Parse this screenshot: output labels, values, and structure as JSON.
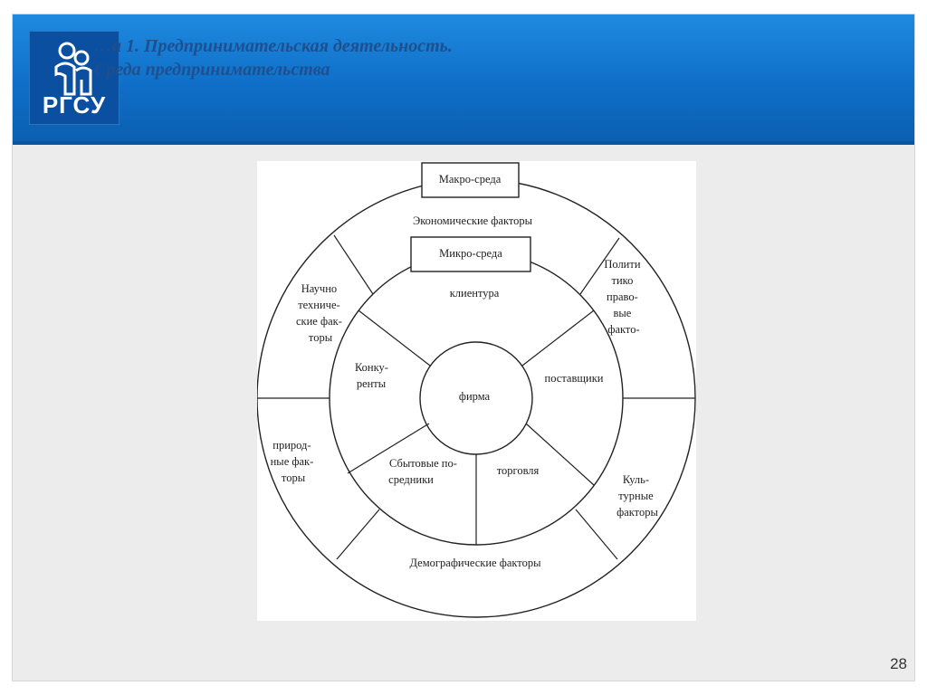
{
  "header": {
    "title_line1": "…а 1. Предпринимательская деятельность.",
    "title_line2": "Среда предпринимательства",
    "logo_text": "РГСУ",
    "logo_icon": "rgsu-emblem-icon"
  },
  "diagram": {
    "macro_label": "Макро-среда",
    "micro_label": "Микро-среда",
    "center": "фирма",
    "outer_ring": {
      "economic": "Экономические факторы",
      "political": [
        "Полити",
        "тико",
        "правo-",
        "вые",
        "факто-"
      ],
      "scientific": [
        "Научно",
        "техниче-",
        "ские фак-",
        "торы"
      ],
      "natural": [
        "природ-",
        "ные фак-",
        "торы"
      ],
      "cultural": [
        "Куль-",
        "турные",
        "факторы"
      ],
      "demographic": "Демографические факторы"
    },
    "inner_ring": {
      "clients": "клиентура",
      "suppliers": "поставщики",
      "trade": "торговля",
      "intermediaries": [
        "Сбытовые по-",
        "средники"
      ],
      "competitors": [
        "Конку-",
        "ренты"
      ]
    }
  },
  "footer": {
    "page_number": "28"
  }
}
